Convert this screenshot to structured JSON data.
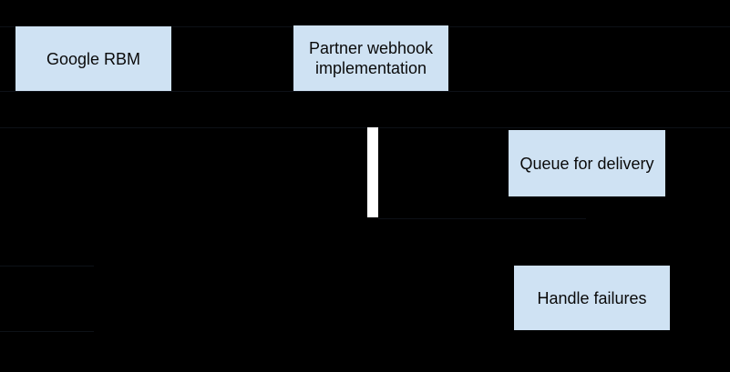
{
  "diagram": {
    "type": "sequence-flow-diagram",
    "nodes": {
      "google_rbm": {
        "label": "Google RBM"
      },
      "partner_webhook": {
        "label": "Partner webhook implementation"
      },
      "queue_for_delivery": {
        "label": "Queue for delivery"
      },
      "handle_failures": {
        "label": "Handle failures"
      }
    },
    "activation_bar": {
      "description": "white vertical activation bar on partner webhook lifeline"
    },
    "colors": {
      "background": "#000000",
      "node_fill": "#cfe2f3",
      "node_text": "#0a0a0a",
      "activation_bar": "#ffffff",
      "faint_line": "#0d1117"
    }
  }
}
